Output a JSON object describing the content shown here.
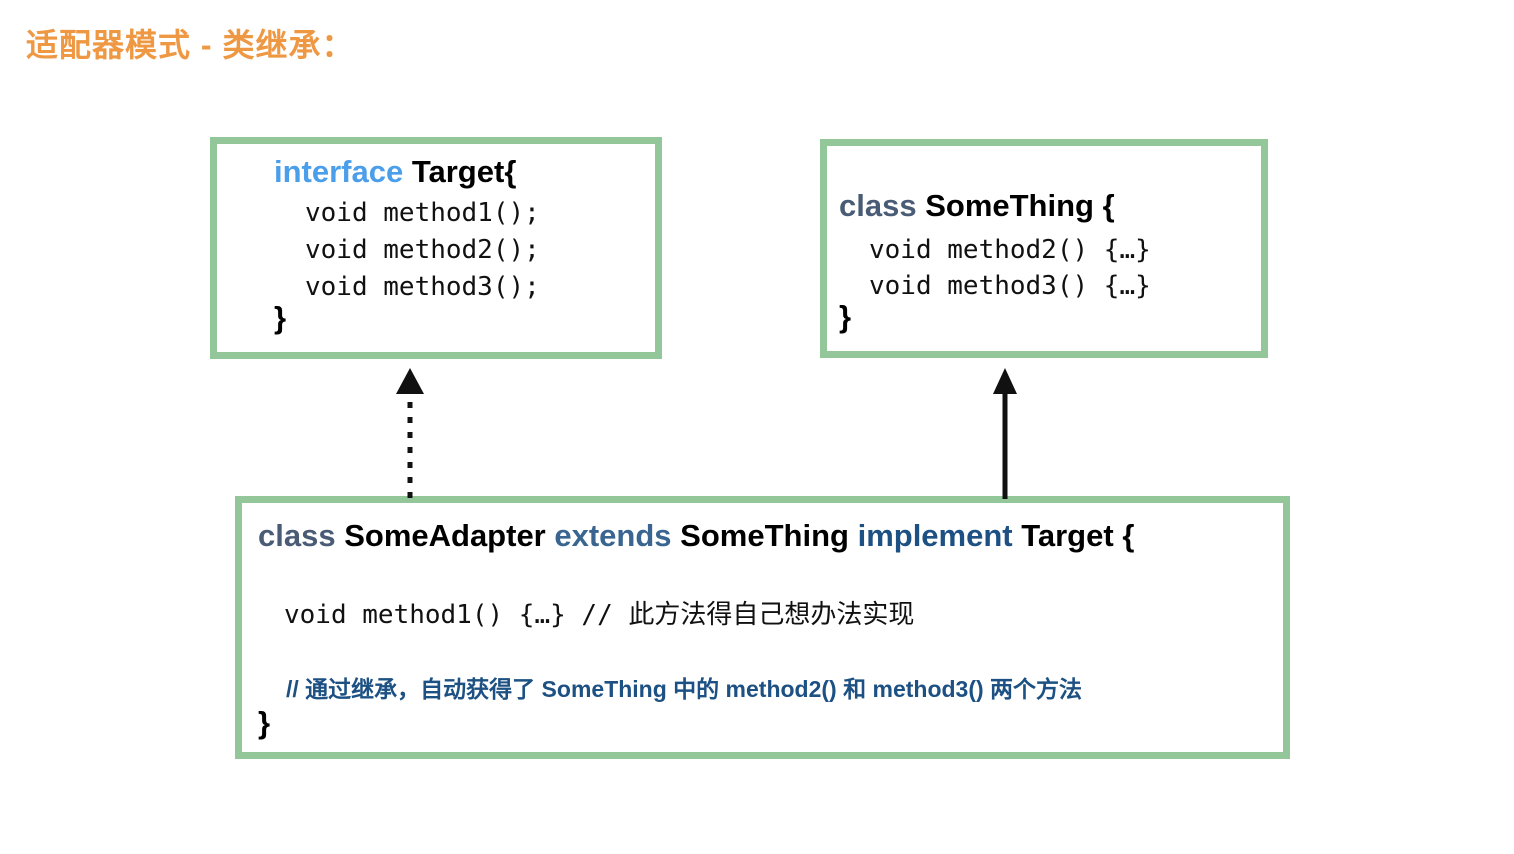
{
  "slide": {
    "title": "适配器模式 - 类继承：",
    "title_color": "#ef9843",
    "background": "#ffffff",
    "box_border_color": "#93c79a"
  },
  "boxes": {
    "target": {
      "declaration": {
        "keyword": "interface",
        "keyword_color": "#4a9eea",
        "name": "Target",
        "open_brace": "{"
      },
      "lines": [
        "void method1();",
        "void method2();",
        "void method3();"
      ],
      "close_brace": "}"
    },
    "something": {
      "declaration": {
        "keyword": "class",
        "keyword_color": "#4a5c75",
        "name": "SomeThing",
        "open_brace": "{"
      },
      "lines": [
        "void method2() {…}",
        "void method3() {…}"
      ],
      "close_brace": "}"
    },
    "adapter": {
      "declaration": {
        "keyword_class": "class",
        "keyword_class_color": "#4a5c75",
        "name": "SomeAdapter",
        "keyword_extends": "extends",
        "keyword_extends_color": "#3a6590",
        "super_name": "SomeThing",
        "keyword_implement": "implement",
        "keyword_implement_color": "#1d5083",
        "interface_name": "Target",
        "open_brace": "{"
      },
      "method_line": "void method1() {…} // 此方法得自己想办法实现",
      "note": "// 通过继承，自动获得了 SomeThing 中的 method2() 和 method3() 两个方法",
      "note_color": "#1d5083",
      "close_brace": "}"
    }
  },
  "arrows": [
    {
      "name": "implements-arrow",
      "style": "dashed",
      "direction": "up",
      "from": "SomeAdapter",
      "to": "Target"
    },
    {
      "name": "extends-arrow",
      "style": "solid",
      "direction": "up",
      "from": "SomeAdapter",
      "to": "SomeThing"
    }
  ]
}
